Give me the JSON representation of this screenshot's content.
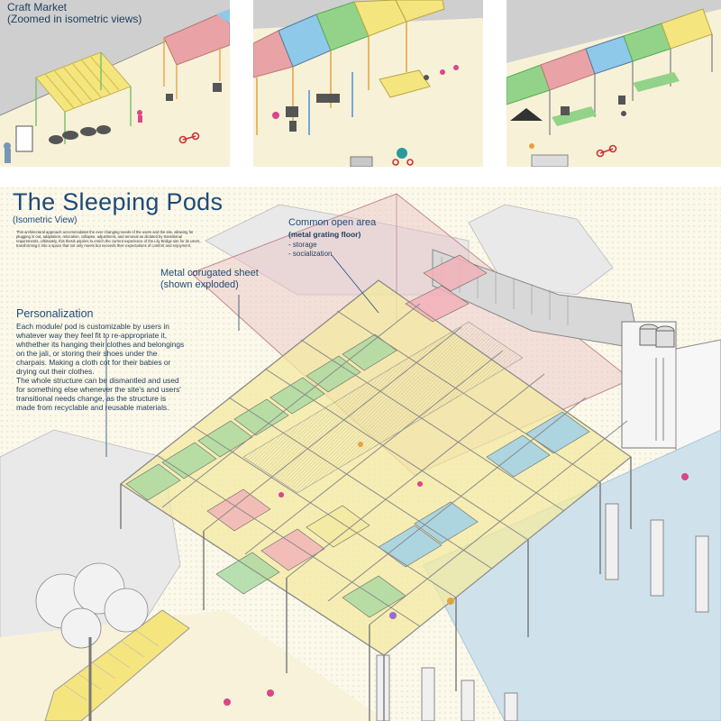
{
  "craft_market": {
    "title_line1": "Craft Market",
    "title_line2": "(Zoomed in isometric views)"
  },
  "sleeping_pods": {
    "title": "The Sleeping Pods",
    "subtitle": "(Isometric View)",
    "intro": "This architectural approach accommodates the ever changing needs of the users and the site, allowing for plugging in out, adaptation, relocation, collapse, adjustment, and removal as dictated by transitional requirements. Ultimately, this thesis aspires to enrich the current experience of the Lily Bridge site for its users, transforming it into a space that not only meets but exceeds their expectations of comfort and enjoyment."
  },
  "annotations": {
    "common_open_area": {
      "heading": "Common open area",
      "bold": "(metal grating floor)",
      "items": [
        "- storage",
        "- socialization"
      ]
    },
    "metal_sheet": {
      "line1": "Metal corugated sheet",
      "line2": "(shown exploded)"
    },
    "personalization": {
      "heading": "Personalization",
      "para1": "Each module/ pod is customizable by users in whatever way they feel fit to re-appropriate it, whthether its hanging their clothes and belongings on the jali, or storing their shoes under the charpais. Making a cloth cot for their babies or drying out their clothes.",
      "para2": "The whole structure can be dismantled and used for something else whenever the site's and users' transitional needs change, as the structure is made from recyclable and reusable materials."
    }
  },
  "colors": {
    "title_blue": "#1d4a78",
    "frame_grey": "#8a8a8a",
    "floor_yellow": "#f3e9a0",
    "pod_green": "#a8d8a0",
    "pod_pink": "#f2b0b8",
    "pod_blue": "#9fd0e8",
    "roof_pink": "#e9a3a6",
    "roof_yellow": "#f4e57e",
    "roof_green": "#93d389",
    "roof_blue": "#8ec9ea"
  }
}
